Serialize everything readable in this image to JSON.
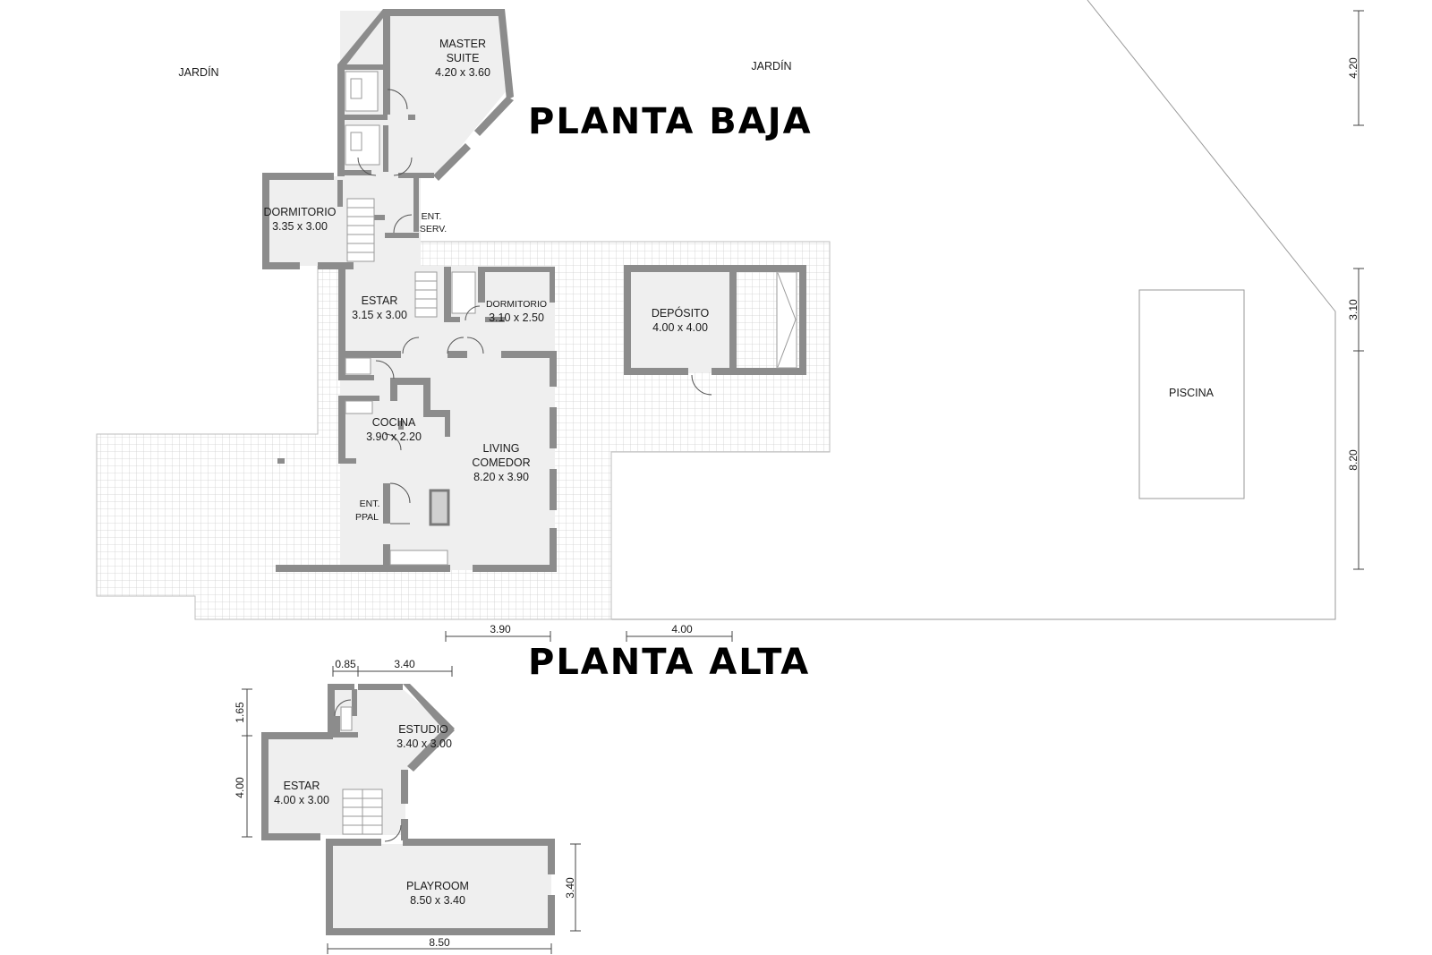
{
  "titles": {
    "ground_floor": "PLANTA BAJA",
    "upper_floor": "PLANTA ALTA"
  },
  "garden": {
    "left": "JARDÍN",
    "right": "JARDÍN"
  },
  "ground_rooms": {
    "master_suite": {
      "name1": "MASTER",
      "name2": "SUITE",
      "size": "4.20 x 3.60"
    },
    "dormitorio_1": {
      "name": "DORMITORIO",
      "size": "3.35 x 3.00"
    },
    "ent_serv": {
      "line1": "ENT.",
      "line2": "SERV."
    },
    "estar": {
      "name": "ESTAR",
      "size": "3.15 x 3.00"
    },
    "dormitorio_2": {
      "name": "DORMITORIO",
      "size": "3.10 x 2.50"
    },
    "deposito": {
      "name": "DEPÓSITO",
      "size": "4.00 x 4.00"
    },
    "cocina": {
      "name": "COCINA",
      "size": "3.90 x 2.20"
    },
    "living": {
      "name1": "LIVING",
      "name2": "COMEDOR",
      "size": "8.20 x 3.90"
    },
    "ent_ppal": {
      "line1": "ENT.",
      "line2": "PPAL"
    },
    "piscina": {
      "name": "PISCINA"
    }
  },
  "upper_rooms": {
    "estudio": {
      "name": "ESTUDIO",
      "size": "3.40 x 3.00"
    },
    "estar": {
      "name": "ESTAR",
      "size": "4.00 x 3.00"
    },
    "playroom": {
      "name": "PLAYROOM",
      "size": "8.50 x 3.40"
    }
  },
  "dimensions": {
    "right_top": "4.20",
    "right_mid": "3.10",
    "right_bottom": "8.20",
    "ground_bottom_1": "3.90",
    "ground_bottom_2": "4.00",
    "upper_top_1": "0.85",
    "upper_top_2": "3.40",
    "upper_left_1": "1.65",
    "upper_left_2": "4.00",
    "upper_right": "3.40",
    "upper_bottom": "8.50"
  }
}
